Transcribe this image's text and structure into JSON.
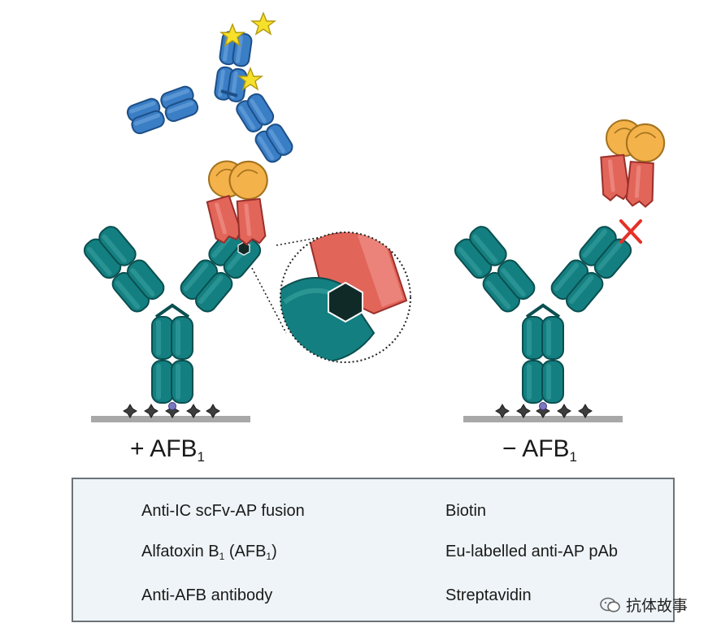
{
  "panels": {
    "left": {
      "label": "+ AFB",
      "label_sub": "1"
    },
    "right": {
      "label": "− AFB",
      "label_sub": "1"
    }
  },
  "legend": {
    "items": [
      {
        "text": "Anti-IC scFv-AP fusion",
        "icon": "scfv-ap-fusion-icon"
      },
      {
        "text": "Alfatoxin B",
        "sub": "1",
        "after": " (AFB",
        "sub2": "1",
        "end": ")",
        "icon": "hexagon-icon"
      },
      {
        "text": "Anti-AFB antibody",
        "icon": "antibody-icon"
      },
      {
        "text": "Biotin",
        "icon": "biotin-dot-icon"
      },
      {
        "text": "Eu-labelled anti-AP pAb",
        "icon": "eu-pab-icon"
      },
      {
        "text": "Streptavidin",
        "icon": "streptavidin-star-icon"
      }
    ]
  },
  "watermark": {
    "text": "抗体故事"
  },
  "colors": {
    "antibody_teal": "#127f80",
    "antibody_dark": "#0b5c5d",
    "scfv_red": "#e2655a",
    "ap_orange": "#f4b24a",
    "pab_blue": "#3a7ec6",
    "star_yellow": "#f6e02a",
    "surface_gray": "#a8a8a8",
    "hexagon": "#0f2a27",
    "biotin": "#7b77c0",
    "cross": "#e53127"
  }
}
